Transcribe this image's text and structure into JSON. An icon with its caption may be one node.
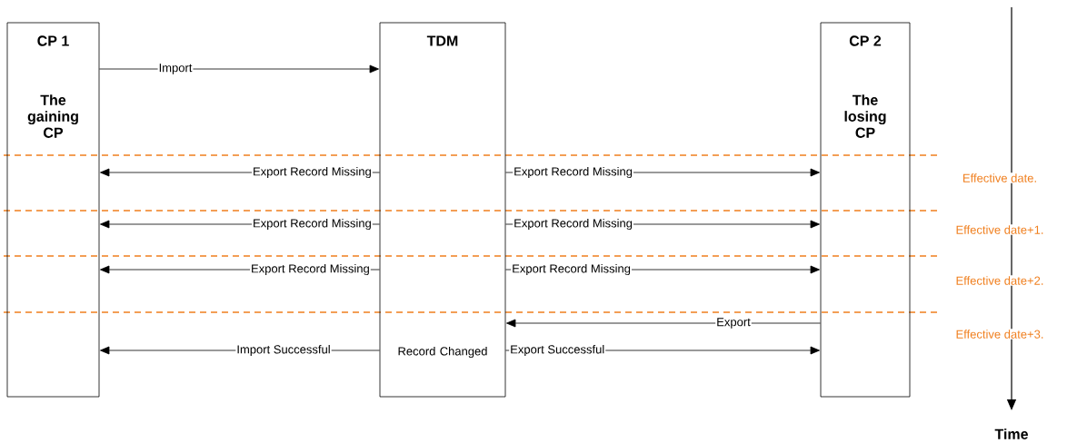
{
  "diagram": {
    "nodes": [
      {
        "text": [
          "CP 1",
          "The gaining CP"
        ]
      },
      {
        "text": [
          "TDM",
          "Record Changed"
        ]
      },
      {
        "text": [
          "CP 2",
          "The losing CP"
        ]
      }
    ],
    "edges": [
      {
        "from": 0,
        "to": 1,
        "arrow": "to",
        "label": "Import"
      },
      {
        "from": 1,
        "to": 0,
        "arrow": "to",
        "label": "Export Record Missing"
      },
      {
        "from": 1,
        "to": 2,
        "arrow": "to",
        "label": "Export Record Missing"
      },
      {
        "from": 1,
        "to": 0,
        "arrow": "to",
        "label": "Export Record Missing"
      },
      {
        "from": 1,
        "to": 2,
        "arrow": "to",
        "label": "Export Record Missing"
      },
      {
        "from": 1,
        "to": 0,
        "arrow": "to",
        "label": "Export Record Missing"
      },
      {
        "from": 1,
        "to": 2,
        "arrow": "to",
        "label": "Export Record Missing"
      },
      {
        "from": 2,
        "to": 1,
        "arrow": "to",
        "label": "Export"
      },
      {
        "from": 1,
        "to": 0,
        "arrow": "to",
        "label": "Import Successful"
      },
      {
        "from": 1,
        "to": 2,
        "arrow": "to",
        "label": "Export Successful"
      }
    ],
    "labels": [
      "Effective date.",
      "Effective date+1.",
      "Effective date+2.",
      "Effective date+3.",
      "Time"
    ]
  }
}
